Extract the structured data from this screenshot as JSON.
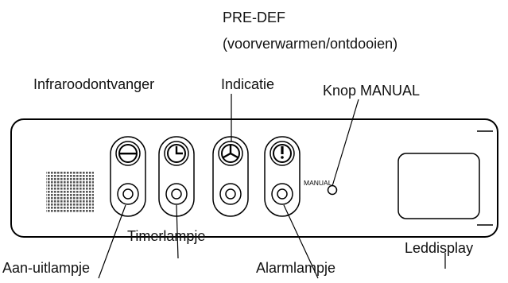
{
  "labels": {
    "pre_def": "PRE-DEF",
    "pre_def_sub": "(voorverwarmen/ontdooien)",
    "infrared": "Infraroodontvanger",
    "indicatie": "Indicatie",
    "knop_manual": "Knop MANUAL",
    "timerlampje": "Timerlampje",
    "aan_uitlampje": "Aan-uitlampje",
    "alarmlampje": "Alarmlampje",
    "leddisplay": "Leddisplay"
  },
  "panel": {
    "manual_text": "MANUAL"
  },
  "buttons": [
    {
      "name": "power-button",
      "icon": "power-icon"
    },
    {
      "name": "timer-button",
      "icon": "timer-icon"
    },
    {
      "name": "pre-def-button",
      "icon": "fan-icon"
    },
    {
      "name": "alarm-button",
      "icon": "alarm-icon"
    }
  ]
}
